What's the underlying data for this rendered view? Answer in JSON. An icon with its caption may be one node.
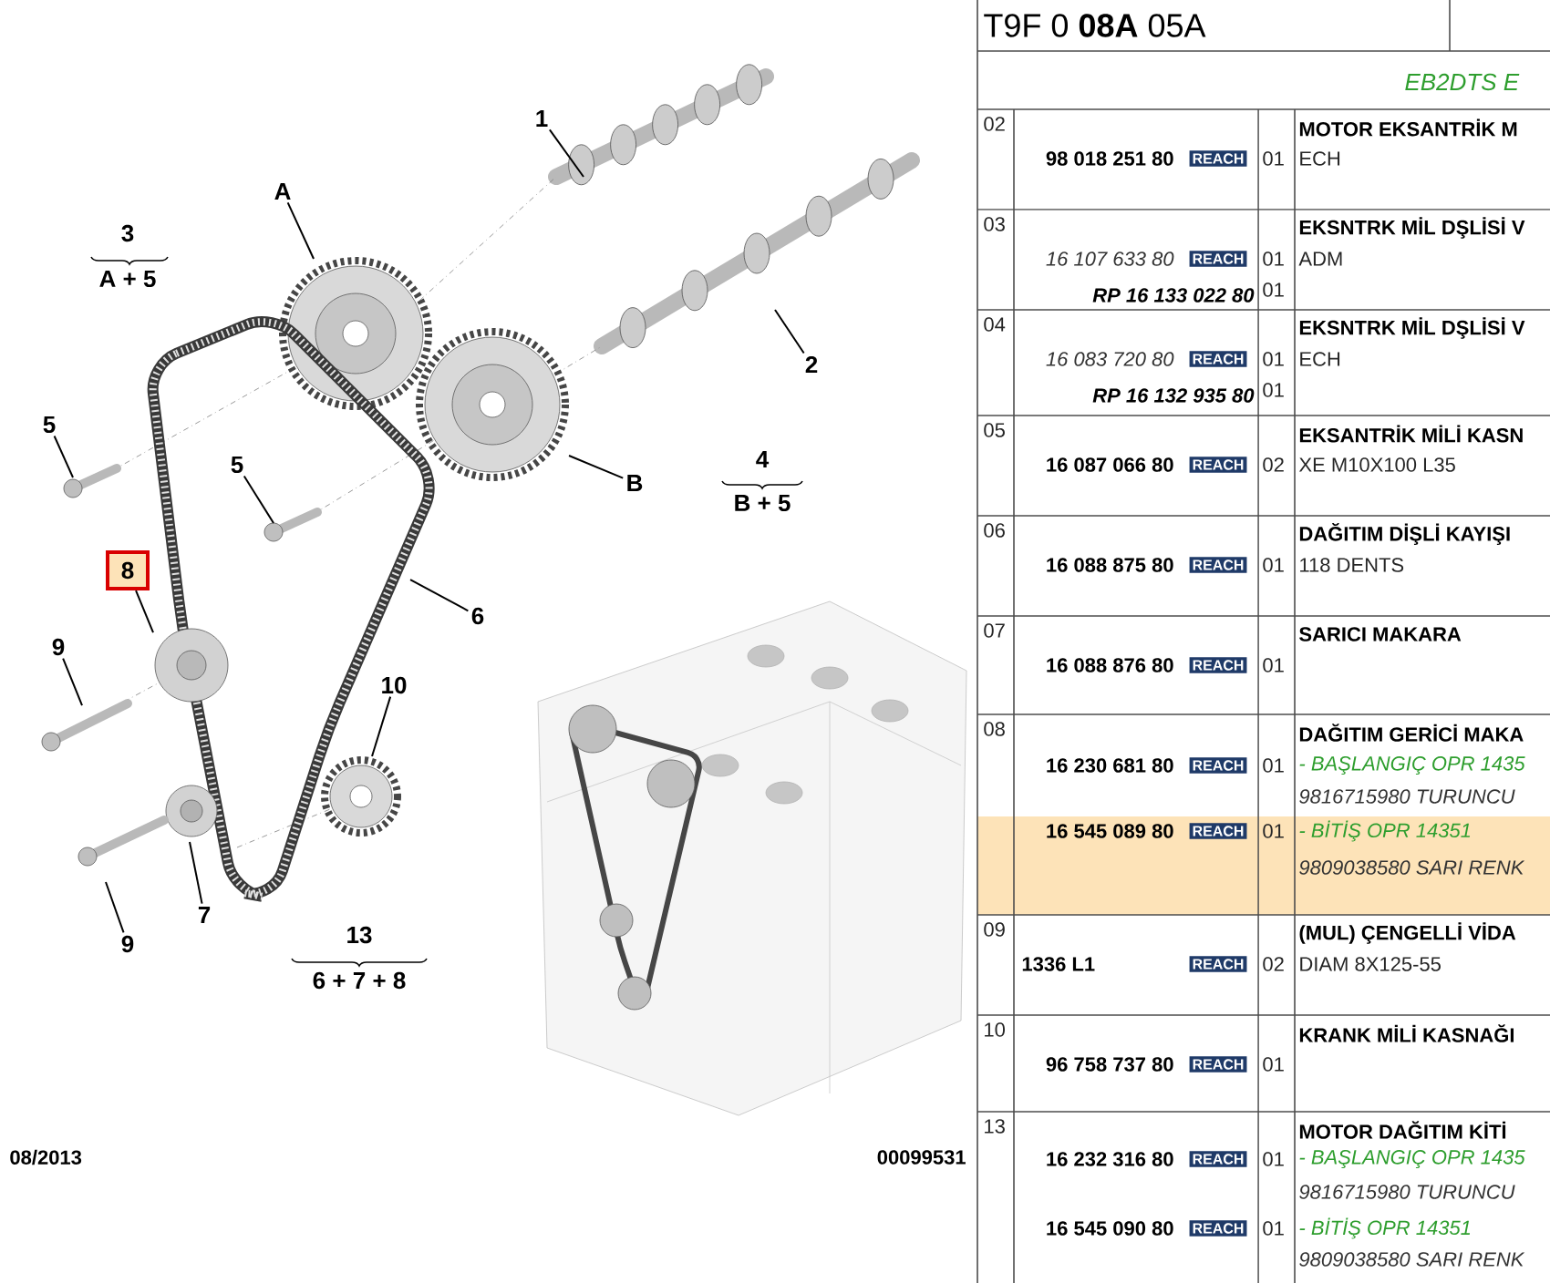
{
  "diagram": {
    "nodes": [
      {
        "text": [
          "1"
        ]
      },
      {
        "text": [
          "2"
        ]
      },
      {
        "text": [
          "A"
        ]
      },
      {
        "text": [
          "B"
        ]
      },
      {
        "text": [
          "5"
        ]
      },
      {
        "text": [
          "5"
        ]
      },
      {
        "text": [
          "8"
        ]
      },
      {
        "text": [
          "9"
        ]
      },
      {
        "text": [
          "6"
        ]
      },
      {
        "text": [
          "10"
        ]
      },
      {
        "text": [
          "7"
        ]
      },
      {
        "text": [
          "9"
        ]
      }
    ],
    "edges": [
      {
        "from": 0,
        "to": null,
        "arrow": "none"
      },
      {
        "from": 1,
        "to": null,
        "arrow": "none"
      },
      {
        "from": 2,
        "to": null,
        "arrow": "none"
      },
      {
        "from": 3,
        "to": null,
        "arrow": "none"
      },
      {
        "from": 4,
        "to": null,
        "arrow": "none"
      },
      {
        "from": 5,
        "to": null,
        "arrow": "none"
      },
      {
        "from": 6,
        "to": null,
        "arrow": "none"
      },
      {
        "from": 7,
        "to": null,
        "arrow": "none"
      },
      {
        "from": 8,
        "to": null,
        "arrow": "none"
      },
      {
        "from": 9,
        "to": null,
        "arrow": "none"
      },
      {
        "from": 10,
        "to": null,
        "arrow": "none"
      },
      {
        "from": 11,
        "to": null,
        "arrow": "none"
      }
    ],
    "labels": [
      "3",
      "A + 5",
      "4",
      "B + 5",
      "13",
      "6 + 7 + 8",
      "08/2013",
      "00099531",
      "T9F 0 **08A** 05A",
      "EB2DTS E",
      "02",
      "98 018 251 80",
      "REACH",
      "01",
      "MOTOR EKSANTRİK M",
      "ECH",
      "03",
      "16 107 633 80",
      "REACH",
      "01",
      "EKSNTRK MİL DŞLİSİ V",
      "ADM",
      "RP 16 133 022 80",
      "01",
      "04",
      "16 083 720 80",
      "REACH",
      "01",
      "EKSNTRK MİL DŞLİSİ V",
      "ECH",
      "RP 16 132 935 80",
      "01",
      "05",
      "16 087 066 80",
      "REACH",
      "02",
      "EKSANTRİK MİLİ KASN",
      "XE M10X100 L35",
      "06",
      "16 088 875 80",
      "REACH",
      "01",
      "DAĞITIM DİŞLİ KAYIŞI",
      "118 DENTS",
      "07",
      "16 088 876 80",
      "REACH",
      "01",
      "SARICI MAKARA",
      "08",
      "16 230 681 80",
      "REACH",
      "01",
      "DAĞITIM GERİCİ MAKA",
      "- BAŞLANGIÇ OPR 1435",
      "9816715980 TURUNCU",
      "16 545 089 80",
      "REACH",
      "01",
      "- BİTİŞ OPR 14351",
      "9809038580 SARI RENK",
      "09",
      "1336 L1",
      "REACH",
      "02",
      "(MUL) ÇENGELLİ VİDA",
      "DIAM 8X125-55",
      "10",
      "96 758 737 80",
      "REACH",
      "01",
      "KRANK MİLİ KASNAĞI",
      "13",
      "16 232 316 80",
      "REACH",
      "01",
      "MOTOR DAĞITIM KİTİ",
      "- BAŞLANGIÇ OPR 1435",
      "9816715980 TURUNCU",
      "16 545 090 80",
      "REACH",
      "01",
      "- BİTİŞ OPR 14351",
      "9809038580 SARI RENK"
    ]
  }
}
